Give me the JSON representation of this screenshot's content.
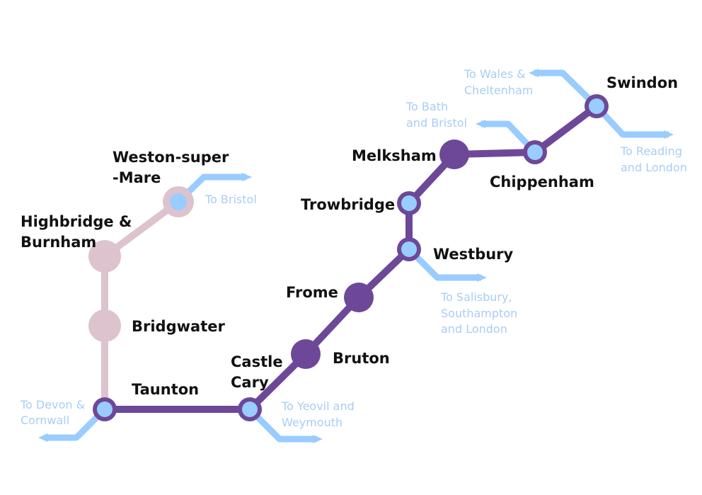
{
  "colors": {
    "main_line": "#6d4898",
    "branch_line": "#dcc3cd",
    "connection": "#99ccff"
  },
  "stations": {
    "swindon": "Swindon",
    "chippenham": "Chippenham",
    "melksham": "Melksham",
    "trowbridge": "Trowbridge",
    "westbury": "Westbury",
    "frome": "Frome",
    "bruton": "Bruton",
    "castle_cary": [
      "Castle",
      "Cary"
    ],
    "taunton": "Taunton",
    "bridgwater": "Bridgwater",
    "highbridge": [
      "Highbridge &",
      "Burnham"
    ],
    "weston": [
      "Weston-super",
      "-Mare"
    ]
  },
  "connections": {
    "wales": [
      "To Wales &",
      "Cheltenham"
    ],
    "bath": [
      "To Bath",
      "and Bristol"
    ],
    "reading": [
      "To Reading",
      "and London"
    ],
    "bristol": "To Bristol",
    "salisbury": [
      "To Salisbury,",
      "Southampton",
      "and London"
    ],
    "yeovil": [
      "To Yeovil and",
      "Weymouth"
    ],
    "devon": [
      "To Devon &",
      "Cornwall"
    ]
  }
}
